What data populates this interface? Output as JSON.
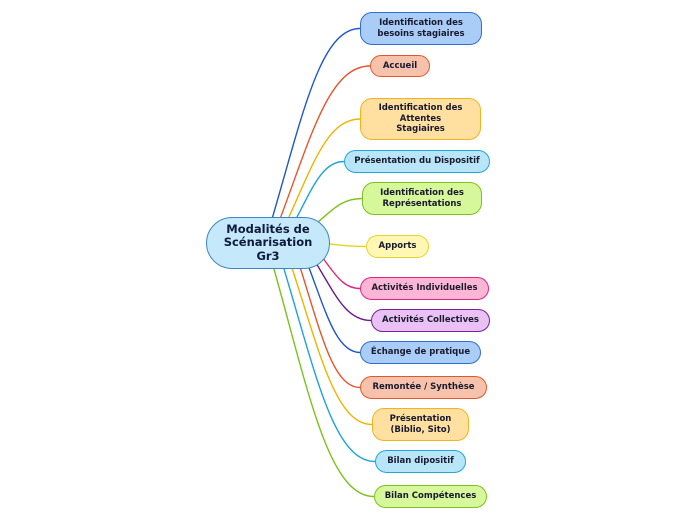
{
  "root": {
    "label": "Modalités de\nScénarisation\nGr3"
  },
  "children": [
    {
      "label": "Identification des\nbesoins stagiaires",
      "bg": "#aacdf7",
      "border": "#2f6fd0",
      "line": "#1f56c8"
    },
    {
      "label": "Accueil",
      "bg": "#f7c2ab",
      "border": "#e0582e",
      "line": "#e8552c"
    },
    {
      "label": "Identification des\nAttentes\nStagiaires",
      "bg": "#ffe0a0",
      "border": "#f2b320",
      "line": "#f0b400"
    },
    {
      "label": "Présentation du Dispositif",
      "bg": "#b8e6f8",
      "border": "#22a6d6",
      "line": "#1ea4d8"
    },
    {
      "label": "Identification des\nReprésentations",
      "bg": "#d6f79a",
      "border": "#7cc21c",
      "line": "#7cc21c"
    },
    {
      "label": "Apports",
      "bg": "#fff7b3",
      "border": "#e3d52c",
      "line": "#e7d41c"
    },
    {
      "label": "Activités Individuelles",
      "bg": "#fbb6d6",
      "border": "#e0267c",
      "line": "#e0267c"
    },
    {
      "label": "Activités Collectives",
      "bg": "#e9c1f5",
      "border": "#7a1f9e",
      "line": "#6a1b8e"
    },
    {
      "label": "Échange de pratique",
      "bg": "#aacdf7",
      "border": "#2f6fd0",
      "line": "#1f56c8"
    },
    {
      "label": "Remontée / Synthèse",
      "bg": "#f7c2ab",
      "border": "#e0582e",
      "line": "#e8552c"
    },
    {
      "label": "Présentation\n(Biblio, Sito)",
      "bg": "#ffe0a0",
      "border": "#f2b320",
      "line": "#f0b400"
    },
    {
      "label": "Bilan dipositif",
      "bg": "#b8e6f8",
      "border": "#22a6d6",
      "line": "#1ea4d8"
    },
    {
      "label": "Bilan Compétences",
      "bg": "#d6f79a",
      "border": "#7cc21c",
      "line": "#7cc21c"
    }
  ]
}
